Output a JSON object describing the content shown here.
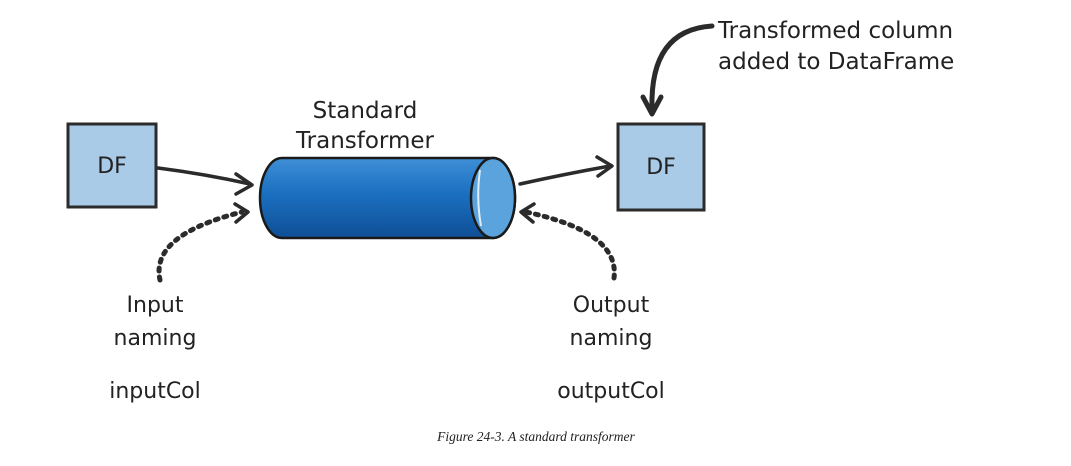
{
  "diagram": {
    "left_box_label": "DF",
    "right_box_label": "DF",
    "transformer_label_line1": "Standard",
    "transformer_label_line2": "Transformer",
    "annotation_line1": "Transformed column",
    "annotation_line2": "added to DataFrame",
    "input_label_line1": "Input",
    "input_label_line2": "naming",
    "input_param": "inputCol",
    "output_label_line1": "Output",
    "output_label_line2": "naming",
    "output_param": "outputCol",
    "caption": "Figure 24-3. A standard transformer"
  },
  "colors": {
    "box_fill": "#a9cbe8",
    "box_stroke": "#2b2b2b",
    "cylinder_body": "#1b6fc0",
    "cylinder_cap": "#5aa3dc",
    "ink": "#222222"
  }
}
